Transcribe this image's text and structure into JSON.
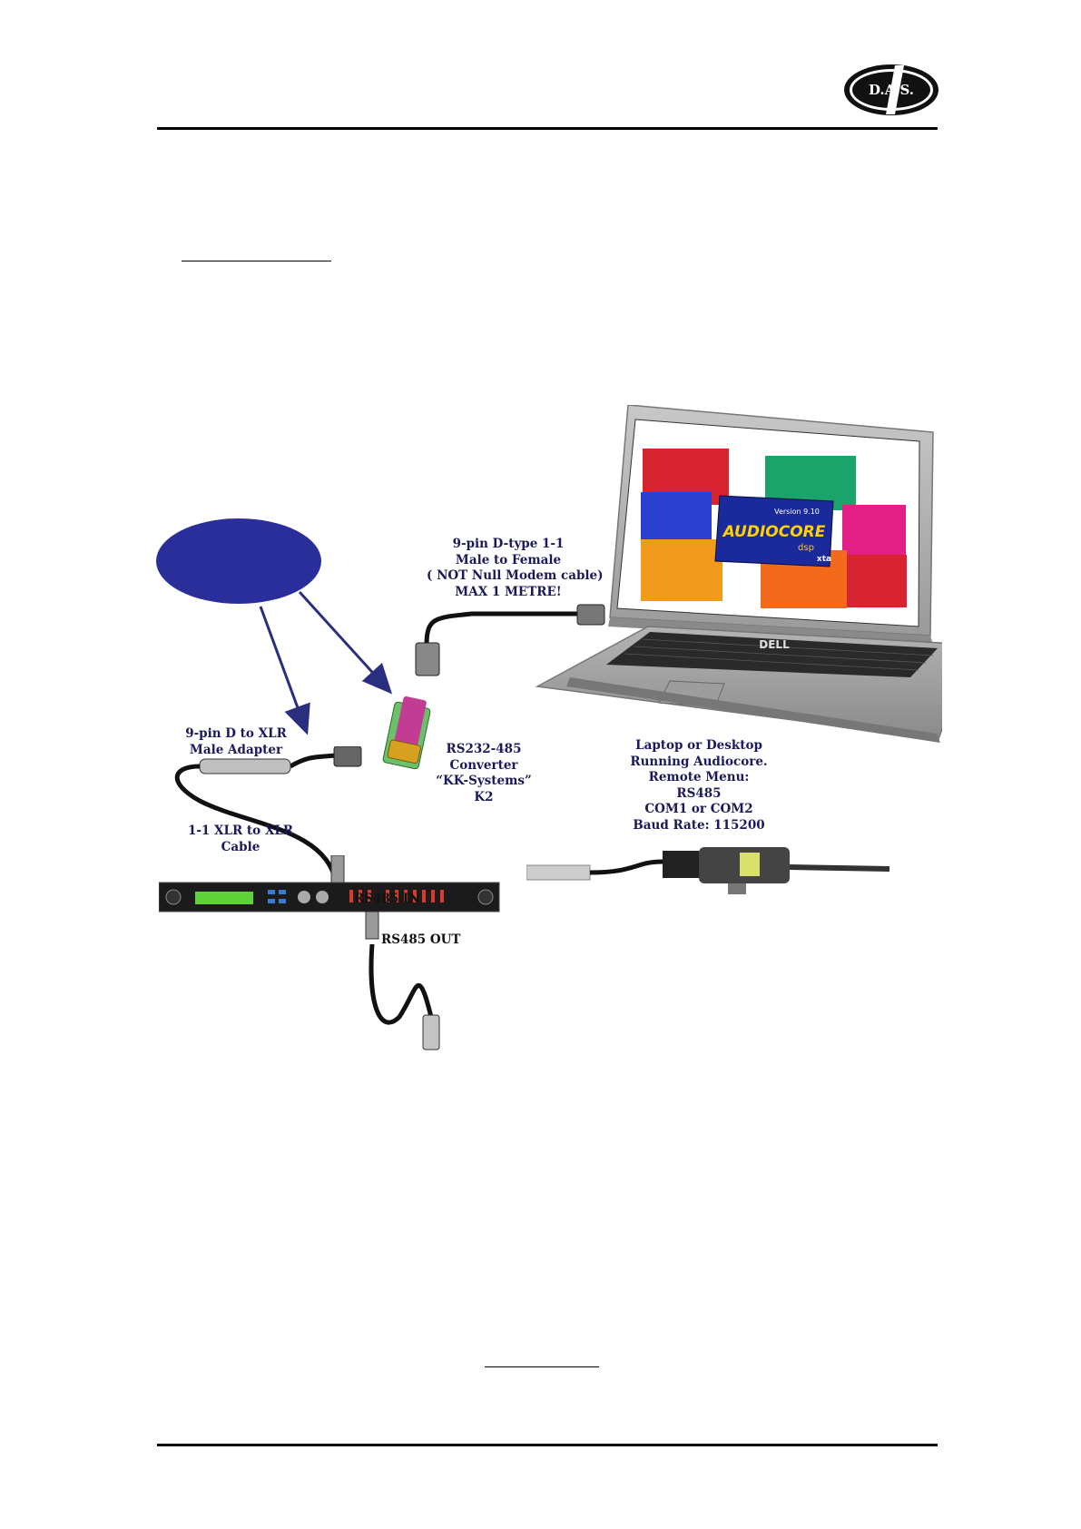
{
  "header": {
    "logo_text": "D.A.S.",
    "brand_color": "#000000"
  },
  "diagram": {
    "labels": {
      "dtype_cable": [
        "9-pin D-type 1-1",
        "Male to Female",
        "( NOT Null Modem cable)",
        "MAX 1 METRE!"
      ],
      "adapter": [
        "9-pin D to XLR",
        "Male Adapter"
      ],
      "converter": [
        "RS232-485",
        "Converter",
        "“KK-Systems”",
        "K2"
      ],
      "laptop": [
        "Laptop or Desktop",
        "Running Audiocore.",
        "Remote Menu:",
        "RS485",
        "COM1 or COM2",
        "Baud Rate: 115200"
      ],
      "xlr_cable": [
        "1-1 XLR to XLR",
        "Cable"
      ],
      "rs485_in": "RS485 IN",
      "rs485_out": "RS485 OUT"
    },
    "laptop_brand": "DELL",
    "splash": {
      "title": "AUDIOCORE",
      "version": "Version 9.10",
      "sub": "dsp",
      "brand": "xta"
    },
    "colors": {
      "callout": "#2a2e9a",
      "arrow": "#2a2e7e",
      "label_text": "#1a1a5a",
      "converter_green": "#6cc06a",
      "converter_magenta": "#c23c93"
    }
  }
}
